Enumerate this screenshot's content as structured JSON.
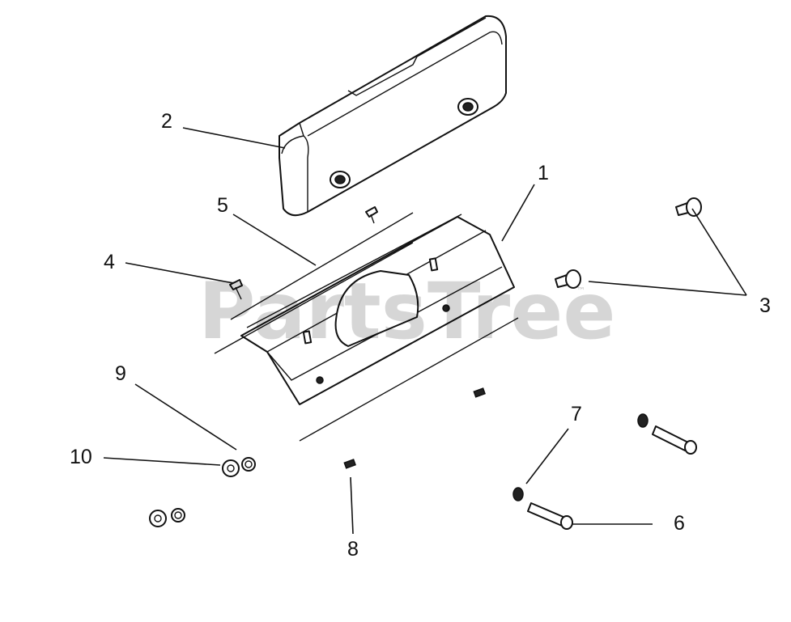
{
  "watermark": {
    "text": "PartsTree",
    "trademark": "™"
  },
  "callouts": {
    "c1": "1",
    "c2": "2",
    "c3": "3",
    "c4": "4",
    "c5": "5",
    "c6": "6",
    "c7": "7",
    "c8": "8",
    "c9": "9",
    "c10": "10"
  }
}
